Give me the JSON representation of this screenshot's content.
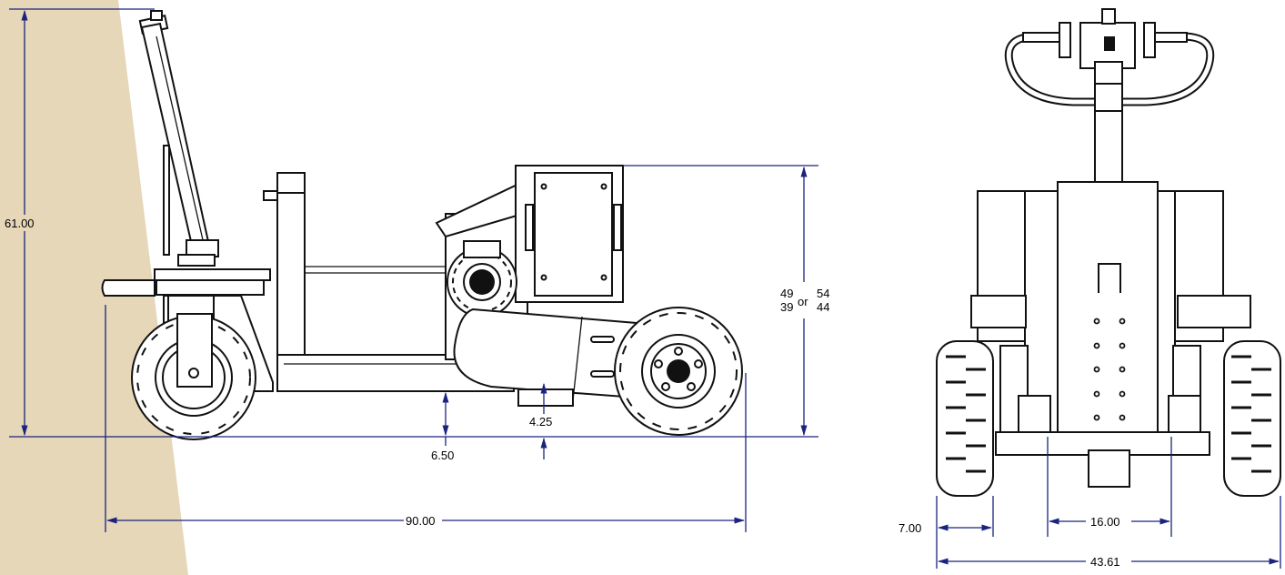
{
  "colors": {
    "wall": "#e5d7b8",
    "dimension": "#1a237e",
    "outline": "#111111"
  },
  "side_view": {
    "height_total": "61.00",
    "length_total": "90.00",
    "ground_clearance": "6.50",
    "frame_clearance": "4.25",
    "deck_height": {
      "a_top": "49",
      "a_bottom": "39",
      "joiner": "or",
      "b_top": "54",
      "b_bottom": "44"
    }
  },
  "rear_view": {
    "tire_width": "7.00",
    "inner_spacing": "16.00",
    "overall_width": "43.61"
  }
}
